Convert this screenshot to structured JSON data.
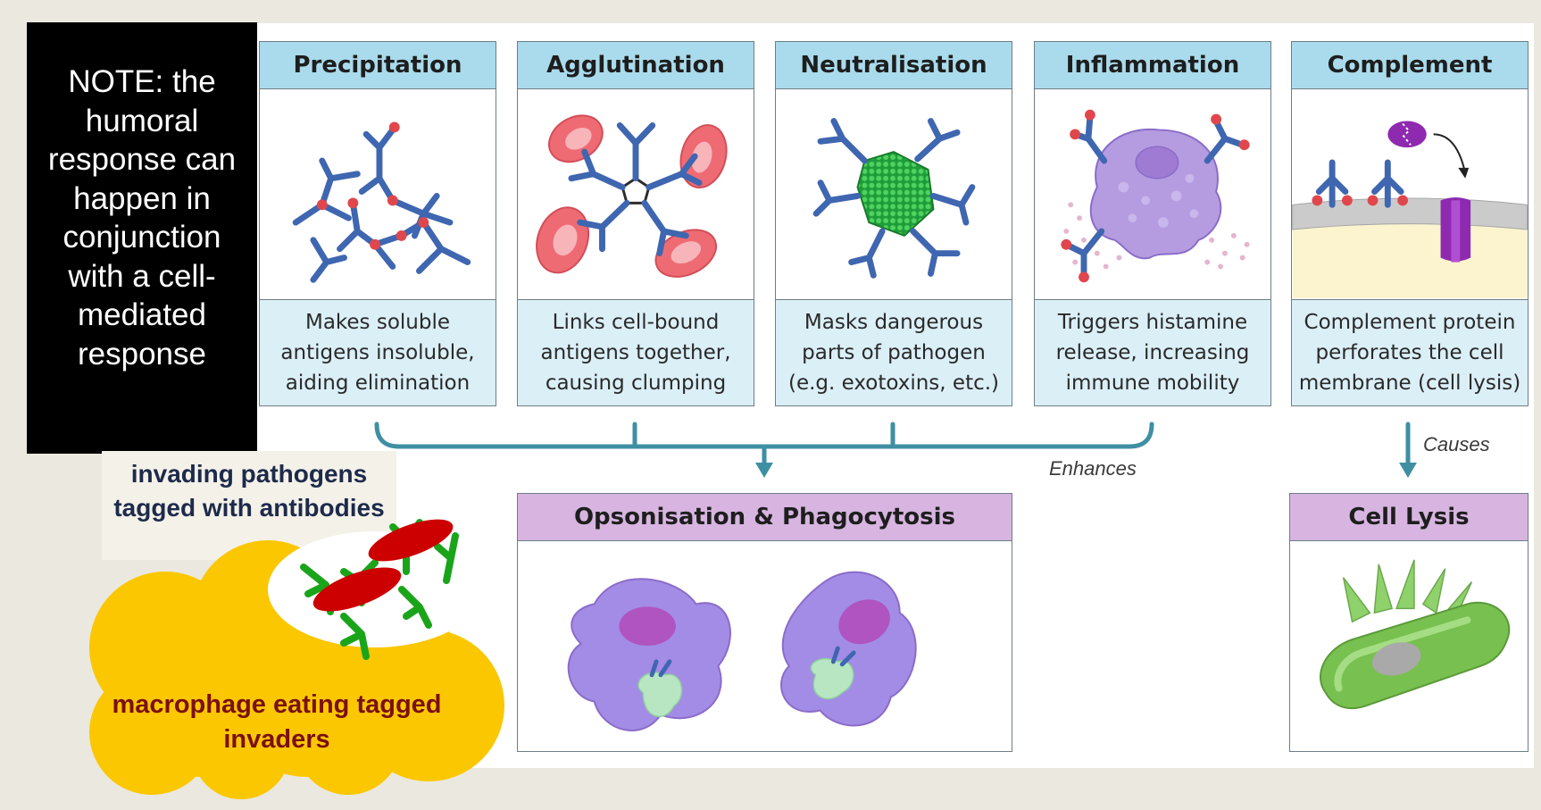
{
  "mechanisms": [
    {
      "title": "Precipitation",
      "description": "Makes soluble\nantigens insoluble,\naiding elimination"
    },
    {
      "title": "Agglutination",
      "description": "Links cell-bound\nantigens together,\ncausing clumping"
    },
    {
      "title": "Neutralisation",
      "description": "Masks dangerous\nparts of pathogen\n(e.g. exotoxins, etc.)"
    },
    {
      "title": "Inflammation",
      "description": "Triggers histamine\nrelease, increasing\nimmune mobility"
    },
    {
      "title": "Complement",
      "description": "Complement protein\nperforates the cell\nmembrane (cell lysis)"
    }
  ],
  "outcomes": {
    "opsonisation": {
      "title": "Opsonisation & Phagocytosis"
    },
    "cell_lysis": {
      "title": "Cell Lysis"
    }
  },
  "arrow_labels": {
    "enhances": "Enhances",
    "causes": "Causes"
  },
  "note": {
    "text": "NOTE: the humoral response can happen in conjunction with a cell-mediated response"
  },
  "annotations": {
    "pathogens": "invading pathogens tagged with antibodies",
    "macrophage": "macrophage eating tagged invaders"
  },
  "colors": {
    "header_blue": "#a9dbec",
    "desc_blue": "#dbeff7",
    "header_purple": "#d7b5e0",
    "antibody": "#3f66b0",
    "antigen": "#e0474c",
    "note_bg": "#000000",
    "cloud": "#fbc700"
  }
}
